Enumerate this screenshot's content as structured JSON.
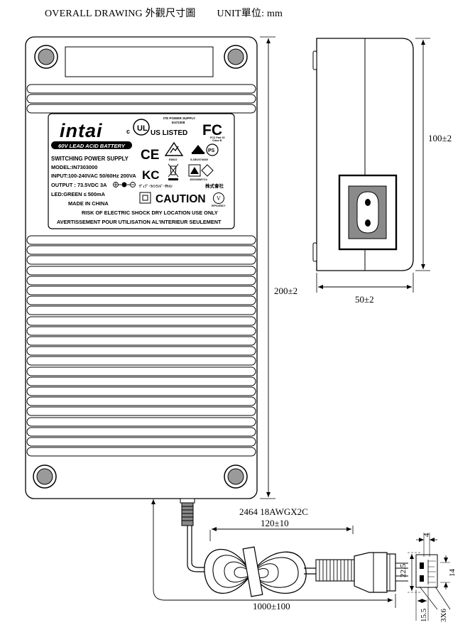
{
  "header": {
    "title": "OVERALL DRAWING 外觀尺寸圖",
    "unit": "UNIT單位: mm"
  },
  "label": {
    "brand": "intai",
    "ul_c": "c",
    "ul_us_listed": "US LISTED",
    "ite_line1": "ITE POWER SUPPLY",
    "ite_line2": "E472308",
    "fcc": "FC",
    "fcc_note_1": "FCC Part 15",
    "fcc_note_2": "Class B",
    "battery_banner": "60V LEAD ACID BATTERY",
    "product": "SWITCHING POWER SUPPLY",
    "model": "MODEL:IN7303000",
    "input": "INPUT:100-240VAC 50/60Hz 200VA",
    "output": "OUTPUT : 73.5VDC 3A",
    "led": "LED:GREEN ≤ 500mA",
    "origin": "MADE IN CHINA",
    "caution": "CAUTION",
    "warning_en": "RISK OF ELECTRIC SHOCK  DRY LOCATION USE ONLY",
    "warning_fr": "AVERTISSEMENT POUR UTILISATION AL'INTERIEUR SEULEMENT",
    "ce": "CE",
    "kc": "KC",
    "saa_code": "E8022",
    "cert_code_1": "S-SE2074669",
    "cert_code_2": "JD0360M7C4",
    "japan_text": "ﾃﾞｨﾌﾞ･ﾗｲﾝﾗﾝﾄﾞ･ｻｹﾊﾝ",
    "japan_company": "株式會社",
    "efficiency": "V",
    "efficiency_label": "EFFICIENCY"
  },
  "dimensions": {
    "length": "200±2",
    "height": "100±2",
    "width": "50±2",
    "dc_cable_spec": "2464 18AWGX2C",
    "dc_cable_length": "120±10",
    "ac_cable_length": "1000±100",
    "plug_width": "22.5",
    "pin_pitch": "4",
    "pin_height": "14",
    "pin_depth": "15.5",
    "pin_size": "3X6"
  }
}
